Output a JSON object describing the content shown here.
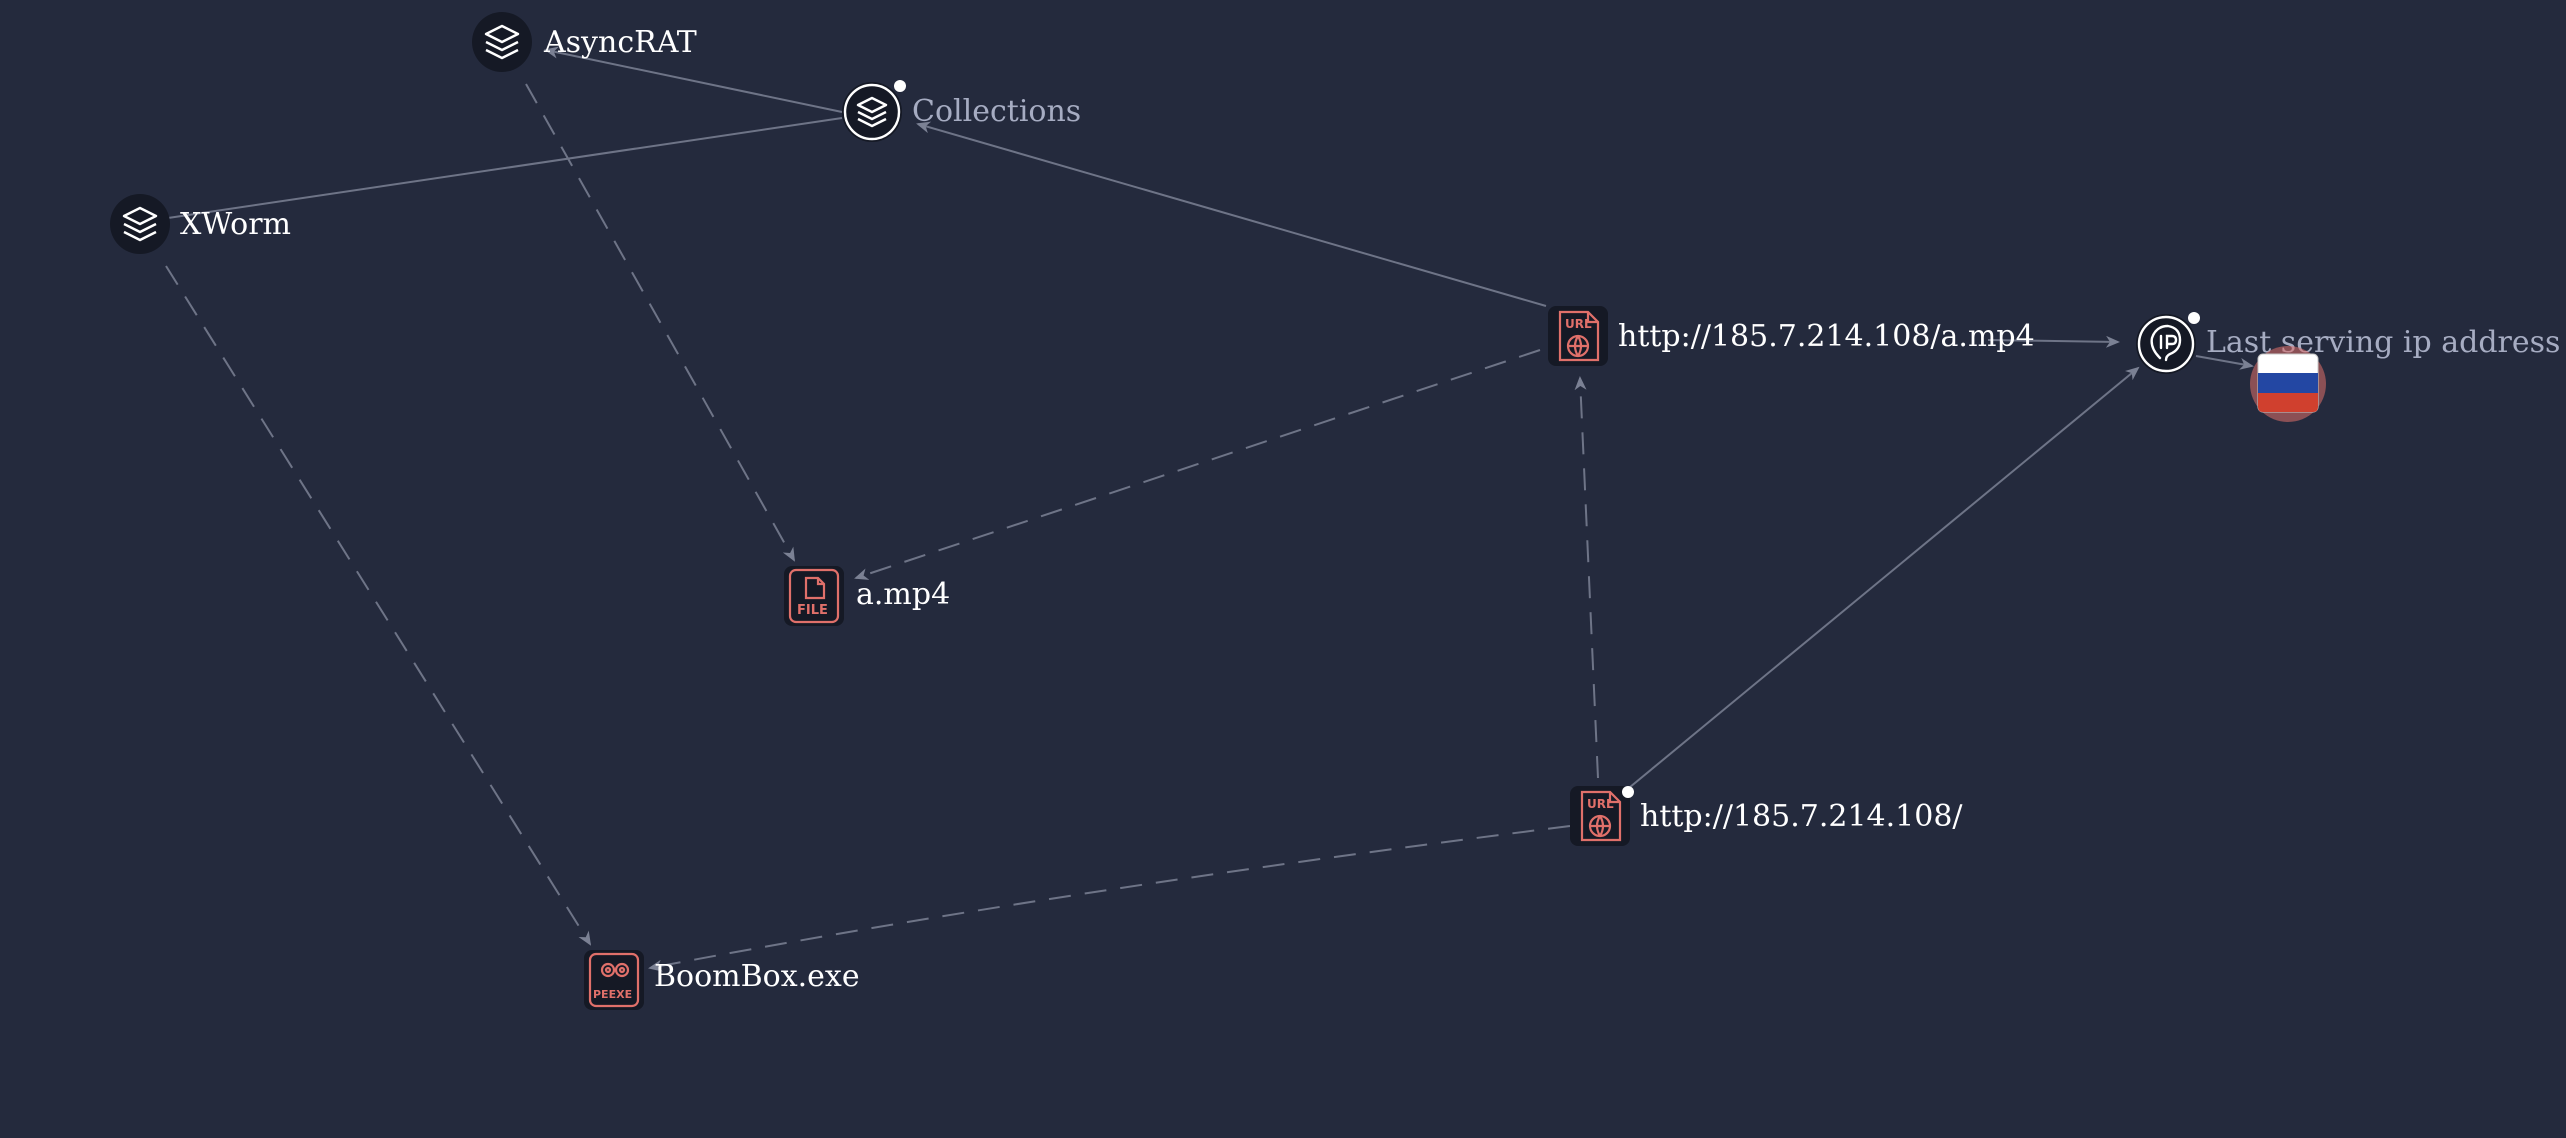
{
  "colors": {
    "background": "#242a3d",
    "edge": "#6e7487",
    "node_fill": "#151925",
    "ioc_accent": "#e0706a",
    "label_white": "#ffffff",
    "label_muted": "#a6acc2"
  },
  "nodes": {
    "asyncrat": {
      "label": "AsyncRAT",
      "icon": "stack-icon"
    },
    "collections": {
      "label": "Collections",
      "icon": "stack-icon"
    },
    "xworm": {
      "label": "XWorm",
      "icon": "stack-icon"
    },
    "url_mp4": {
      "label": "http://185.7.214.108/a.mp4",
      "icon": "url-file-icon",
      "badge": "URL"
    },
    "url_root": {
      "label": "http://185.7.214.108/",
      "icon": "url-file-icon",
      "badge": "URL"
    },
    "file_mp4": {
      "label": "a.mp4",
      "icon": "file-icon",
      "badge": "FILE"
    },
    "boombox": {
      "label": "BoomBox.exe",
      "icon": "gear-file-icon",
      "badge": "PEEXE"
    },
    "last_ip": {
      "label": "Last serving ip address",
      "icon": "ip-icon"
    },
    "flag_ru": {
      "icon": "russia-flag-icon"
    }
  }
}
